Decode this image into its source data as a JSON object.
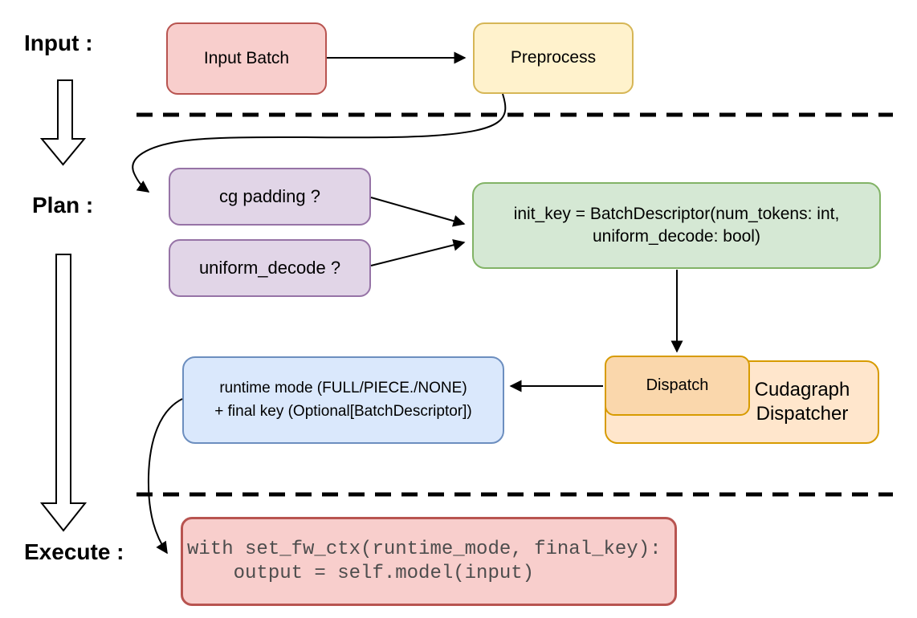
{
  "background": "#ffffff",
  "arrow_color": "#000000",
  "stages": {
    "input_label": "Input :",
    "plan_label": "Plan :",
    "execute_label": "Execute :"
  },
  "nodes": {
    "input_batch": {
      "label": "Input Batch",
      "fill": "#f8cecc",
      "stroke": "#b85450"
    },
    "preprocess": {
      "label": "Preprocess",
      "fill": "#fff2cc",
      "stroke": "#d6b656"
    },
    "cg_padding": {
      "label": "cg padding ?",
      "fill": "#e1d5e7",
      "stroke": "#9673a6"
    },
    "uniform_decode": {
      "label": "uniform_decode ?",
      "fill": "#e1d5e7",
      "stroke": "#9673a6"
    },
    "init_key": {
      "label": "init_key = BatchDescriptor(num_tokens: int,\nuniform_decode: bool)",
      "fill": "#d5e8d4",
      "stroke": "#82b366"
    },
    "cudagraph_dispatcher": {
      "label": "Cudagraph\nDispatcher",
      "fill": "#ffe6cc",
      "stroke": "#d79b00"
    },
    "dispatch": {
      "label": "Dispatch",
      "fill": "#fad7ac",
      "stroke": "#d79b00"
    },
    "runtime_mode": {
      "label": "runtime mode (FULL/PIECE./NONE)\n+ final key (Optional[BatchDescriptor])",
      "fill": "#dae8fc",
      "stroke": "#6c8ebf"
    },
    "execute_code": {
      "label": "with set_fw_ctx(runtime_mode, final_key):\n    output = self.model(input)",
      "fill": "#f8cecc",
      "stroke": "#b85450"
    }
  }
}
